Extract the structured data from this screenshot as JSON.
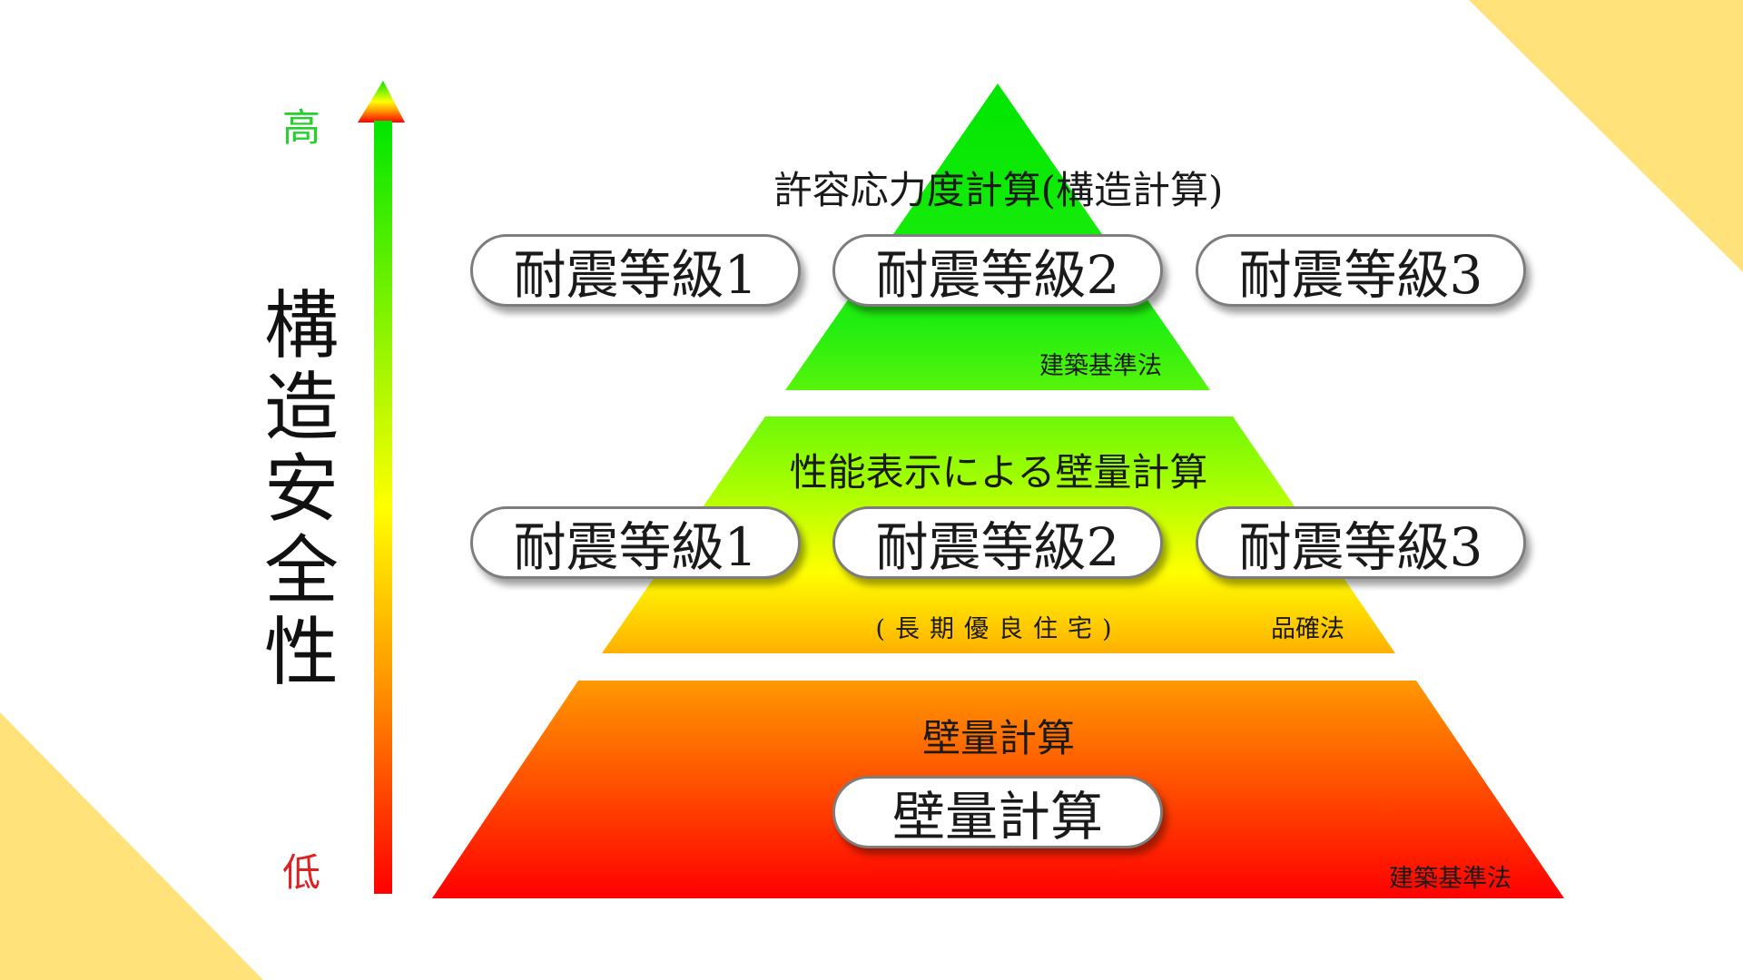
{
  "axis": {
    "high_label": "高",
    "low_label": "低",
    "title_chars": [
      "構",
      "造",
      "安",
      "全",
      "性"
    ],
    "colors": {
      "high": "#22d22a",
      "low": "#e02020"
    }
  },
  "tiers": {
    "top": {
      "title": "許容応力度計算(構造計算)",
      "grades": [
        "耐震等級1",
        "耐震等級2",
        "耐震等級3"
      ],
      "law": "建築基準法"
    },
    "middle": {
      "title": "性能表示による壁量計算",
      "grades": [
        "耐震等級1",
        "耐震等級2",
        "耐震等級3"
      ],
      "note": "(長期優良住宅)",
      "law": "品確法"
    },
    "bottom": {
      "title": "壁量計算",
      "method": "壁量計算",
      "law": "建築基準法"
    }
  },
  "colors": {
    "green": "#00e600",
    "yellow": "#ffff00",
    "orange": "#ff9900",
    "red": "#ff0000",
    "corner": "#ffe27a"
  }
}
